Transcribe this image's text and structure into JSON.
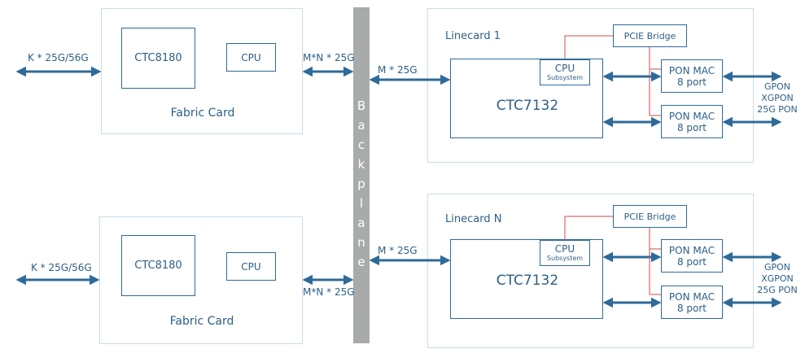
{
  "backplane": {
    "letters": [
      "B",
      "a",
      "c",
      "k",
      "p",
      "l",
      "a",
      "n",
      "e"
    ]
  },
  "fabric_cards": [
    {
      "title": "Fabric Card",
      "switch": "CTC8180",
      "cpu": "CPU",
      "ext_link": "K * 25G/56G",
      "bp_link": "M*N * 25G"
    },
    {
      "title": "Fabric Card",
      "switch": "CTC8180",
      "cpu": "CPU",
      "ext_link": "K * 25G/56G",
      "bp_link": "M*N * 25G"
    }
  ],
  "linecards": [
    {
      "title": "Linecard 1",
      "bp_link": "M * 25G",
      "chip": "CTC7132",
      "cpu_sub_1": "CPU",
      "cpu_sub_2": "Subsystem",
      "bridge": "PCIE Bridge",
      "mac_1": "PON MAC",
      "mac_2": "8 port",
      "pon": [
        "GPON",
        "XGPON",
        "25G PON"
      ]
    },
    {
      "title": "Linecard N",
      "bp_link": "M * 25G",
      "chip": "CTC7132",
      "cpu_sub_1": "CPU",
      "cpu_sub_2": "Subsystem",
      "bridge": "PCIE Bridge",
      "mac_1": "PON MAC",
      "mac_2": "8 port",
      "pon": [
        "GPON",
        "XGPON",
        "25G PON"
      ]
    }
  ],
  "colors": {
    "link": "#2e6a9a",
    "pcie": "#d24a4a",
    "frame": "#c9dcea",
    "backplane": "#a8aba9"
  }
}
